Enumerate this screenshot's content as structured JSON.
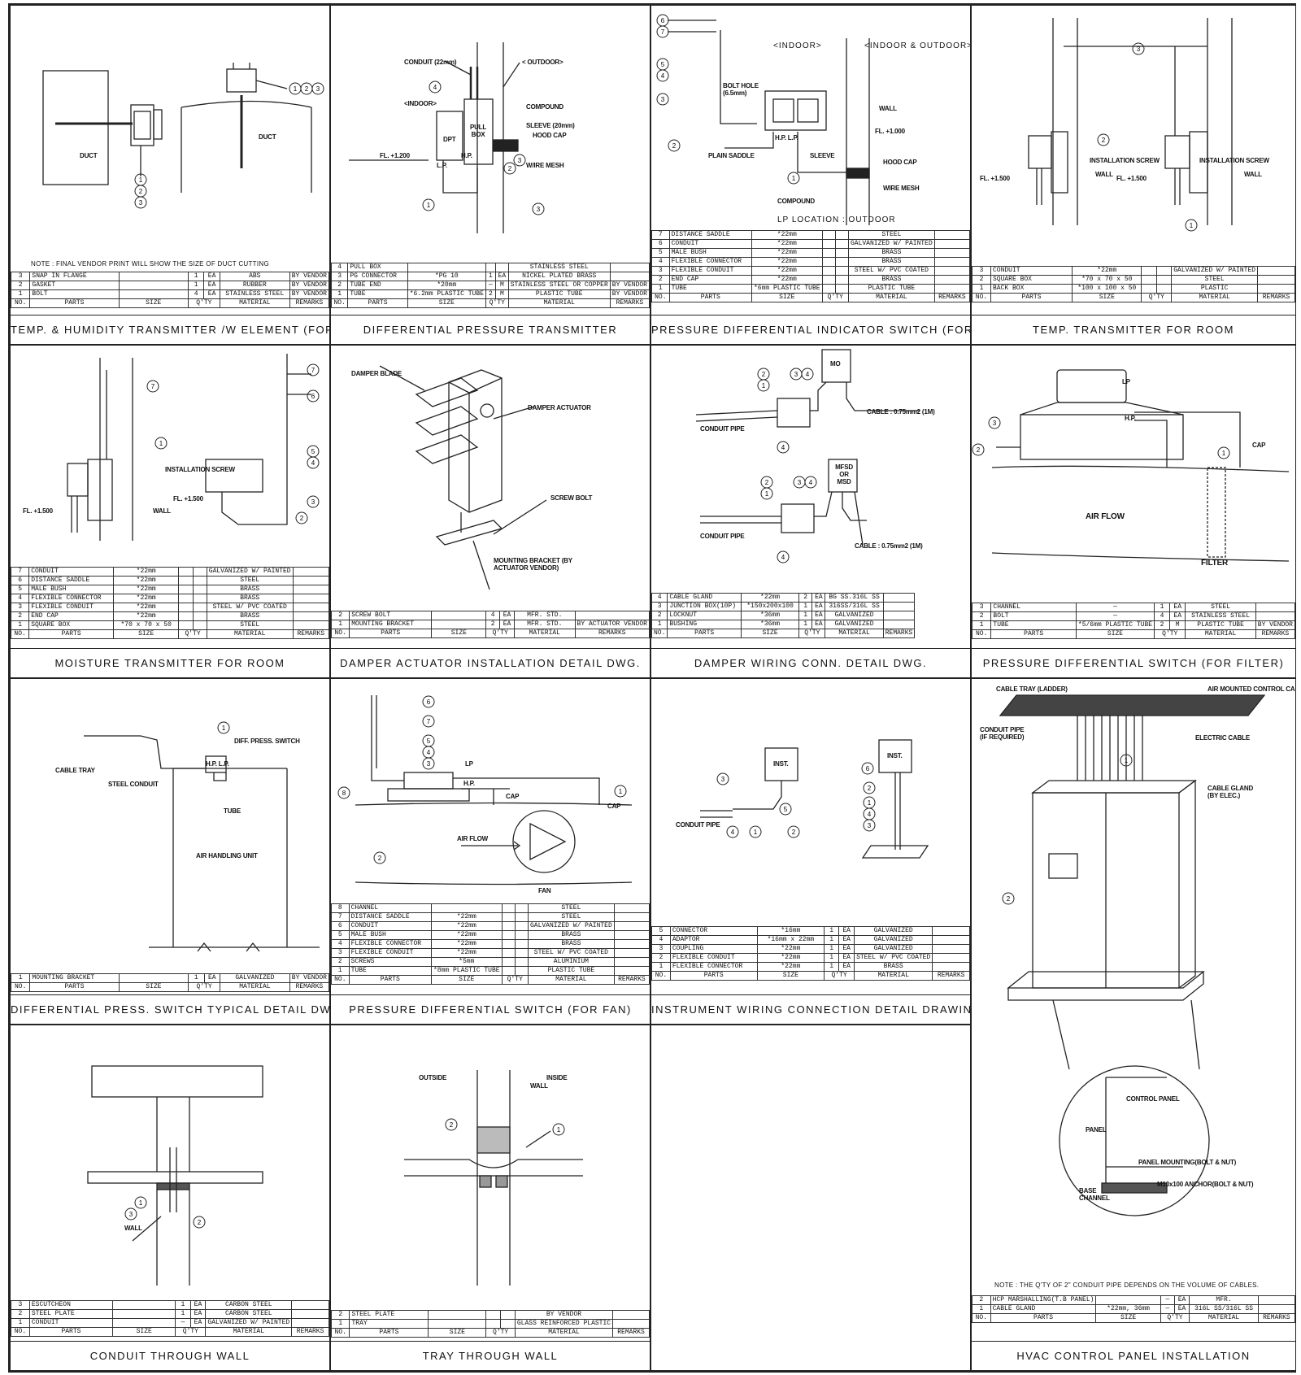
{
  "columns": {
    "no": "NO.",
    "parts": "PARTS",
    "size": "SIZE",
    "qty": "Q'TY",
    "material": "MATERIAL",
    "remarks": "REMARKS"
  },
  "panels": {
    "p1": {
      "title": "TEMP. & HUMIDITY TRANSMITTER /W ELEMENT (FOR DUCT)",
      "note": "NOTE : FINAL VENDOR PRINT WILL SHOW THE SIZE OF DUCT CUTTING",
      "labels": {
        "duct_left": "DUCT",
        "duct_right": "DUCT"
      },
      "rows": [
        [
          "3",
          "SNAP IN FLANGE",
          "",
          "1",
          "EA",
          "ABS",
          "BY VENDOR"
        ],
        [
          "2",
          "GASKET",
          "",
          "1",
          "EA",
          "RUBBER",
          "BY VENDOR"
        ],
        [
          "1",
          "BOLT",
          "",
          "4",
          "EA",
          "STAINLESS STEEL",
          "BY VENDOR"
        ]
      ]
    },
    "p2": {
      "title": "DIFFERENTIAL PRESSURE TRANSMITTER",
      "labels": {
        "conduit": "CONDUIT (22mm)",
        "outdoor": "< OUTDOOR>",
        "indoor": "<INDOOR>",
        "dpt": "DPT",
        "pull_box": "PULL BOX",
        "compound": "COMPOUND",
        "sleeve": "SLEEVE (20mm)",
        "hood_cap": "HOOD CAP",
        "wire_mesh": "W/IRE MESH",
        "fl": "FL. +1.200",
        "lp": "L.P.",
        "hp": "H.P."
      },
      "rows": [
        [
          "4",
          "PULL BOX",
          "",
          "",
          "",
          "STAINLESS STEEL",
          ""
        ],
        [
          "3",
          "PG CONNECTOR",
          "*PG 10",
          "1",
          "EA",
          "NICKEL PLATED BRASS",
          ""
        ],
        [
          "2",
          "TUBE END",
          "*20mm",
          "—",
          "M",
          "STAINLESS STEEL OR COPPER",
          "BY VENDOR"
        ],
        [
          "1",
          "TUBE",
          "*6.2mm PLASTIC TUBE",
          "2",
          "M",
          "PLASTIC TUBE",
          "BY VENDOR"
        ]
      ]
    },
    "p3": {
      "title": "PRESSURE DIFFERENTIAL INDICATOR SWITCH (FOR WALL)",
      "labels": {
        "indoor": "<INDOOR>",
        "indoor_outdoor": "<INDOOR & OUTDOOR>",
        "bolt_hole": "BOLT HOLE (6.5mm)",
        "wall": "WALL",
        "fl": "FL. +1.000",
        "hp_lp": "H.P. L.P.",
        "plain_saddle": "PLAIN SADDLE",
        "sleeve": "SLEEVE",
        "hood_cap": "HOOD CAP",
        "wire_mesh": "WIRE MESH",
        "compound": "COMPOUND",
        "lp_location": "LP LOCATION : OUTDOOR"
      },
      "rows": [
        [
          "7",
          "DISTANCE SADDLE",
          "*22mm",
          "",
          "",
          "STEEL",
          ""
        ],
        [
          "6",
          "CONDUIT",
          "*22mm",
          "",
          "",
          "GALVANIZED W/ PAINTED",
          ""
        ],
        [
          "5",
          "MALE BUSH",
          "*22mm",
          "",
          "",
          "BRASS",
          ""
        ],
        [
          "4",
          "FLEXIBLE CONNECTOR",
          "*22mm",
          "",
          "",
          "BRASS",
          ""
        ],
        [
          "3",
          "FLEXIBLE CONDUIT",
          "*22mm",
          "",
          "",
          "STEEL W/ PVC COATED",
          ""
        ],
        [
          "2",
          "END CAP",
          "*22mm",
          "",
          "",
          "BRASS",
          ""
        ],
        [
          "1",
          "TUBE",
          "*6mm PLASTIC TUBE",
          "",
          "",
          "PLASTIC TUBE",
          ""
        ]
      ]
    },
    "p4": {
      "title": "TEMP. TRANSMITTER FOR ROOM",
      "labels": {
        "install_screw_1": "INSTALLATION SCREW",
        "install_screw_2": "INSTALLATION SCREW",
        "wall_1": "WALL",
        "wall_2": "WALL",
        "fl_1": "FL. +1.500",
        "fl_2": "FL. +1.500"
      },
      "rows": [
        [
          "3",
          "CONDUIT",
          "*22mm",
          "",
          "",
          "GALVANIZED W/ PAINTED",
          ""
        ],
        [
          "2",
          "SQUARE BOX",
          "*70 x 70 x 50",
          "",
          "",
          "STEEL",
          ""
        ],
        [
          "1",
          "BACK BOX",
          "*100 x 100 x 50",
          "",
          "",
          "PLASTIC",
          ""
        ]
      ]
    },
    "p5": {
      "title": "MOISTURE TRANSMITTER FOR ROOM",
      "labels": {
        "install_screw": "INSTALLATION SCREW",
        "fl_1": "FL. +1.500",
        "fl_2": "FL. +1.500",
        "wall": "WALL"
      },
      "rows": [
        [
          "7",
          "CONDUIT",
          "*22mm",
          "",
          "",
          "GALVANIZED W/ PAINTED",
          ""
        ],
        [
          "6",
          "DISTANCE SADDLE",
          "*22mm",
          "",
          "",
          "STEEL",
          ""
        ],
        [
          "5",
          "MALE BUSH",
          "*22mm",
          "",
          "",
          "BRASS",
          ""
        ],
        [
          "4",
          "FLEXIBLE CONNECTOR",
          "*22mm",
          "",
          "",
          "BRASS",
          ""
        ],
        [
          "3",
          "FLEXIBLE CONDUIT",
          "*22mm",
          "",
          "",
          "STEEL W/ PVC COATED",
          ""
        ],
        [
          "2",
          "END CAP",
          "*22mm",
          "",
          "",
          "BRASS",
          ""
        ],
        [
          "1",
          "SQUARE BOX",
          "*70 x 70 x 50",
          "",
          "",
          "STEEL",
          ""
        ]
      ]
    },
    "p6": {
      "title": "DAMPER ACTUATOR INSTALLATION DETAIL DWG.",
      "labels": {
        "damper_blade": "DAMPER BLADE",
        "damper_actuator": "DAMPER ACTUATOR",
        "screw_bolt": "SCREW BOLT",
        "mounting_bracket": "MOUNTING BRACKET (BY ACTUATOR VENDOR)"
      },
      "rows": [
        [
          "2",
          "SCREW BOLT",
          "",
          "4",
          "EA",
          "MFR. STD.",
          ""
        ],
        [
          "1",
          "MOUNTING BRACKET",
          "",
          "2",
          "EA",
          "MFR. STD.",
          "BY ACTUATOR VENDOR"
        ]
      ]
    },
    "p7": {
      "title": "DAMPER WIRING CONN. DETAIL DWG.",
      "labels": {
        "mo": "MO",
        "cable_1": "CABLE : 0.75mm2 (1M)",
        "conduit_pipe_1": "CONDUIT PIPE",
        "mfsd": "MFSD OR MSD",
        "conduit_pipe_2": "CONDUIT PIPE",
        "cable_2": "CABLE : 0.75mm2 (1M)"
      },
      "rows": [
        [
          "4",
          "CABLE GLAND",
          "*22mm",
          "2",
          "EA",
          "BG SS.316L SS",
          ""
        ],
        [
          "3",
          "JUNCTION BOX(10P)",
          "*150x200x100",
          "1",
          "EA",
          "316SS/316L SS",
          ""
        ],
        [
          "2",
          "LOCKNUT",
          "*36mm",
          "1",
          "EA",
          "GALVANIZED",
          ""
        ],
        [
          "1",
          "BUSHING",
          "*36mm",
          "1",
          "EA",
          "GALVANIZED",
          ""
        ]
      ]
    },
    "p8": {
      "title": "PRESSURE DIFFERENTIAL SWITCH (FOR FILTER)",
      "labels": {
        "lp": "LP",
        "hp": "H.P.",
        "cap": "CAP",
        "air_flow": "AIR FLOW",
        "filter": "FILTER"
      },
      "rows": [
        [
          "3",
          "CHANNEL",
          "—",
          "1",
          "EA",
          "STEEL",
          ""
        ],
        [
          "2",
          "BOLT",
          "—",
          "4",
          "EA",
          "STAINLESS STEEL",
          ""
        ],
        [
          "1",
          "TUBE",
          "*5/6mm PLASTIC TUBE",
          "2",
          "M",
          "PLASTIC TUBE",
          "BY VENDOR"
        ]
      ]
    },
    "p9": {
      "title": "DIFFERENTIAL PRESS. SWITCH TYPICAL DETAIL DWG(INDOOR FOR EQUIP)",
      "labels": {
        "diff_switch": "DIFF. PRESS. SWITCH",
        "cable_tray": "CABLE TRAY",
        "steel_conduit": "STEEL CONDUIT",
        "tube": "TUBE",
        "ahu": "AIR HANDLING UNIT",
        "hp_lp": "H.P. L.P."
      },
      "rows": [
        [
          "1",
          "MOUNTING BRACKET",
          "",
          "1",
          "EA",
          "GALVANIZED",
          "BY VENDOR"
        ]
      ]
    },
    "p10": {
      "title": "PRESSURE DIFFERENTIAL SWITCH (FOR FAN)",
      "labels": {
        "lp": "LP",
        "hp": "H.P.",
        "cap_1": "CAP",
        "cap_2": "CAP",
        "air_flow": "AIR FLOW",
        "fan": "FAN"
      },
      "rows": [
        [
          "8",
          "CHANNEL",
          "",
          "",
          "",
          "STEEL",
          ""
        ],
        [
          "7",
          "DISTANCE SADDLE",
          "*22mm",
          "",
          "",
          "STEEL",
          ""
        ],
        [
          "6",
          "CONDUIT",
          "*22mm",
          "",
          "",
          "GALVANIZED W/ PAINTED",
          ""
        ],
        [
          "5",
          "MALE BUSH",
          "*22mm",
          "",
          "",
          "BRASS",
          ""
        ],
        [
          "4",
          "FLEXIBLE CONNECTOR",
          "*22mm",
          "",
          "",
          "BRASS",
          ""
        ],
        [
          "3",
          "FLEXIBLE CONDUIT",
          "*22mm",
          "",
          "",
          "STEEL W/ PVC COATED",
          ""
        ],
        [
          "2",
          "SCREWS",
          "*5mm",
          "",
          "",
          "ALUMINIUM",
          ""
        ],
        [
          "1",
          "TUBE",
          "*8mm PLASTIC TUBE",
          "",
          "",
          "PLASTIC TUBE",
          ""
        ]
      ]
    },
    "p11": {
      "title": "INSTRUMENT WIRING CONNECTION DETAIL DRAWING",
      "labels": {
        "inst_1": "INST.",
        "inst_2": "INST.",
        "conduit_pipe": "CONDUIT PIPE"
      },
      "rows": [
        [
          "5",
          "CONNECTOR",
          "*16mm",
          "1",
          "EA",
          "GALVANIZED",
          ""
        ],
        [
          "4",
          "ADAPTOR",
          "*16mm x 22mm",
          "1",
          "EA",
          "GALVANIZED",
          ""
        ],
        [
          "3",
          "COUPLING",
          "*22mm",
          "1",
          "EA",
          "GALVANIZED",
          ""
        ],
        [
          "2",
          "FLEXIBLE CONDUIT",
          "*22mm",
          "1",
          "EA",
          "STEEL W/ PVC COATED",
          ""
        ],
        [
          "1",
          "FLEXIBLE CONNECTOR",
          "*22mm",
          "1",
          "EA",
          "BRASS",
          ""
        ]
      ]
    },
    "p12": {
      "title": "HVAC CONTROL PANEL INSTALLATION",
      "labels": {
        "cable_tray": "CABLE TRAY (LADDER)",
        "air_mounted": "AIR MOUNTED CONTROL CABLE",
        "conduit_pipe": "CONDUIT PIPE (IF REQUIRED)",
        "electric_cable": "ELECTRIC CABLE",
        "cable_gland": "CABLE GLAND (BY ELEC.)",
        "control_panel": "CONTROL PANEL",
        "panel": "PANEL",
        "panel_mounting": "PANEL MOUNTING(BOLT & NUT)",
        "anchor": "M10x100 ANCHOR(BOLT & NUT)",
        "base_channel": "BASE CHANNEL"
      },
      "note": "NOTE : THE Q'TY OF 2\" CONDUIT PIPE DEPENDS ON THE VOLUME OF CABLES.",
      "rows": [
        [
          "2",
          "HCP MARSHALLING(T.B PANEL)",
          "",
          "—",
          "EA",
          "MFR.",
          ""
        ],
        [
          "1",
          "CABLE GLAND",
          "*22mm, 36mm",
          "—",
          "EA",
          "316L SS/316L SS",
          ""
        ]
      ]
    },
    "p13": {
      "title": "CONDUIT THROUGH WALL",
      "labels": {
        "wall": "WALL"
      },
      "rows": [
        [
          "3",
          "ESCUTCHEON",
          "",
          "1",
          "EA",
          "CARBON STEEL",
          ""
        ],
        [
          "2",
          "STEEL PLATE",
          "",
          "1",
          "EA",
          "CARBON STEEL",
          ""
        ],
        [
          "1",
          "CONDUIT",
          "",
          "—",
          "EA",
          "GALVANIZED W/ PAINTED",
          ""
        ]
      ]
    },
    "p14": {
      "title": "TRAY THROUGH WALL",
      "labels": {
        "outside": "OUTSIDE",
        "inside": "INSIDE",
        "wall": "WALL"
      },
      "rows": [
        [
          "2",
          "STEEL PLATE",
          "",
          "",
          "",
          "BY VENDOR",
          ""
        ],
        [
          "1",
          "TRAY",
          "",
          "",
          "",
          "GLASS REINFORCED PLASTIC",
          ""
        ]
      ]
    }
  }
}
